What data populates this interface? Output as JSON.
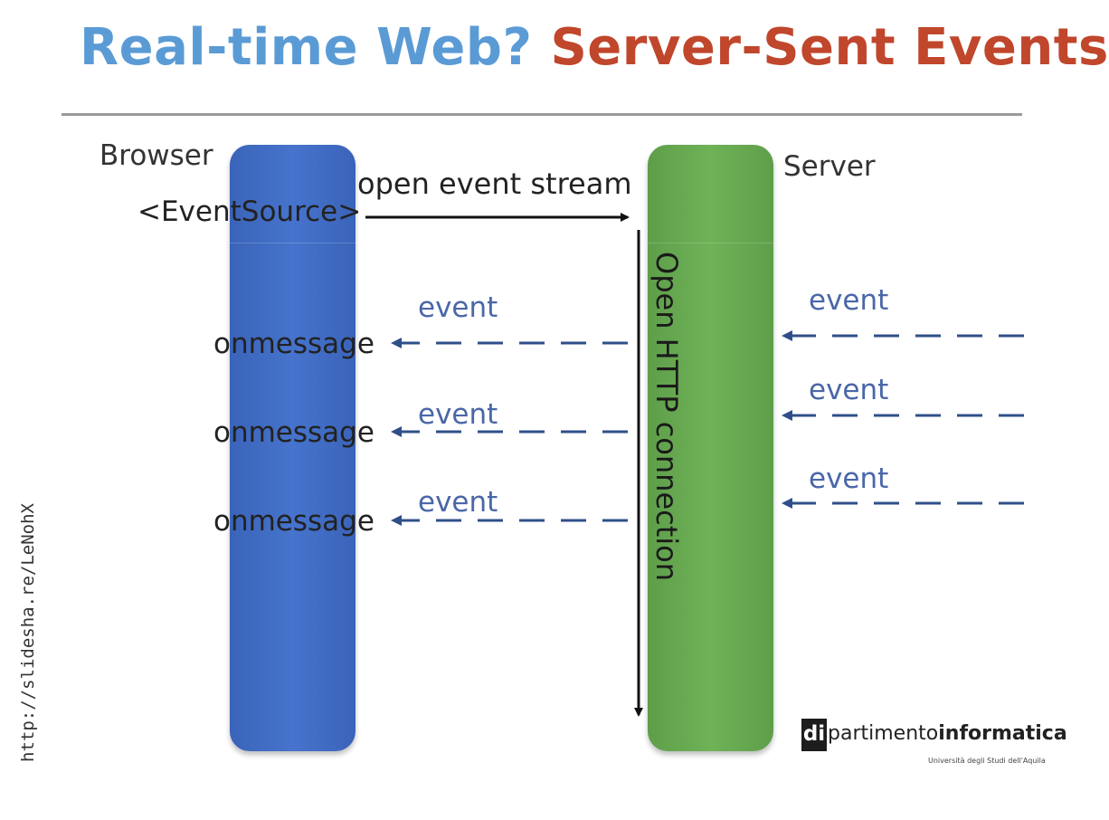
{
  "title": {
    "part1": "Real-time Web?",
    "part2": "Server-Sent Events"
  },
  "browser": {
    "label": "Browser",
    "event_source": "<EventSource>",
    "handlers": [
      "onmessage",
      "onmessage",
      "onmessage"
    ]
  },
  "server": {
    "label": "Server"
  },
  "request": {
    "label": "open event stream"
  },
  "connection": {
    "label": "Open HTTP connection"
  },
  "events_to_browser": [
    "event",
    "event",
    "event"
  ],
  "events_to_server": [
    "event",
    "event",
    "event"
  ],
  "source_url": "http://slidesha.re/LeNohX",
  "logo": {
    "mark": "di",
    "name_regular": "partimento",
    "name_bold": "informatica",
    "subtitle": "Università degli Studi dell'Aquila"
  },
  "colors": {
    "title_blue": "#5b9bd5",
    "title_red": "#c0462c",
    "browser_blue": "#4673cc",
    "server_green": "#6fb257",
    "event_arrow": "#2f4f8a"
  }
}
